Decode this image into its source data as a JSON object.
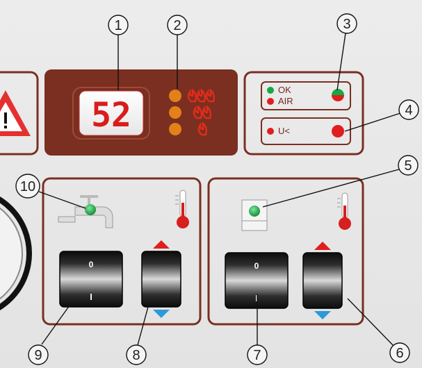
{
  "display": {
    "value": "52"
  },
  "status_panel": {
    "ok_label": "OK",
    "air_label": "AIR",
    "undervoltage_label": "U<"
  },
  "switches": {
    "on_mark": "I",
    "off_mark": "0"
  },
  "callouts": [
    "1",
    "2",
    "3",
    "4",
    "5",
    "6",
    "7",
    "8",
    "9",
    "10"
  ],
  "colors": {
    "panel_brown": "#7a2f20",
    "display_red": "#d91c1c",
    "flame_orange": "#e3801a",
    "ok_green": "#17a844",
    "alarm_red": "#e01e1e",
    "arrow_red": "#e01e1e",
    "arrow_blue": "#2a9ad8"
  }
}
